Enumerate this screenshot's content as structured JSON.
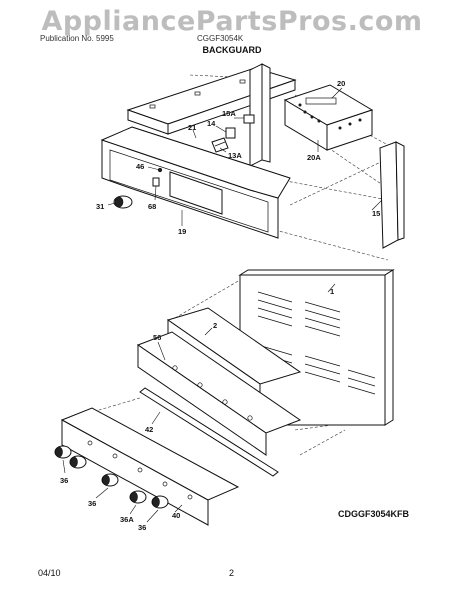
{
  "watermark": "AppliancePartsPros.com",
  "header": {
    "left": "Publication No. 5995",
    "right": "CGGF3054K",
    "section": "BACKGUARD"
  },
  "model_code": "CDGGF3054KFB",
  "footer": {
    "date": "04/10",
    "page": "2"
  },
  "callouts": {
    "c20": "20",
    "c15a": "15A",
    "c14": "14",
    "c21": "21",
    "c13a": "13A",
    "c20a": "20A",
    "c46": "46",
    "c31": "31",
    "c68": "68",
    "c19": "19",
    "c15": "15",
    "c1": "1",
    "c2": "2",
    "c56": "56",
    "c42": "42",
    "c36a": "36",
    "c36b": "36",
    "c36c": "36A",
    "c36d": "36",
    "c40": "40"
  }
}
